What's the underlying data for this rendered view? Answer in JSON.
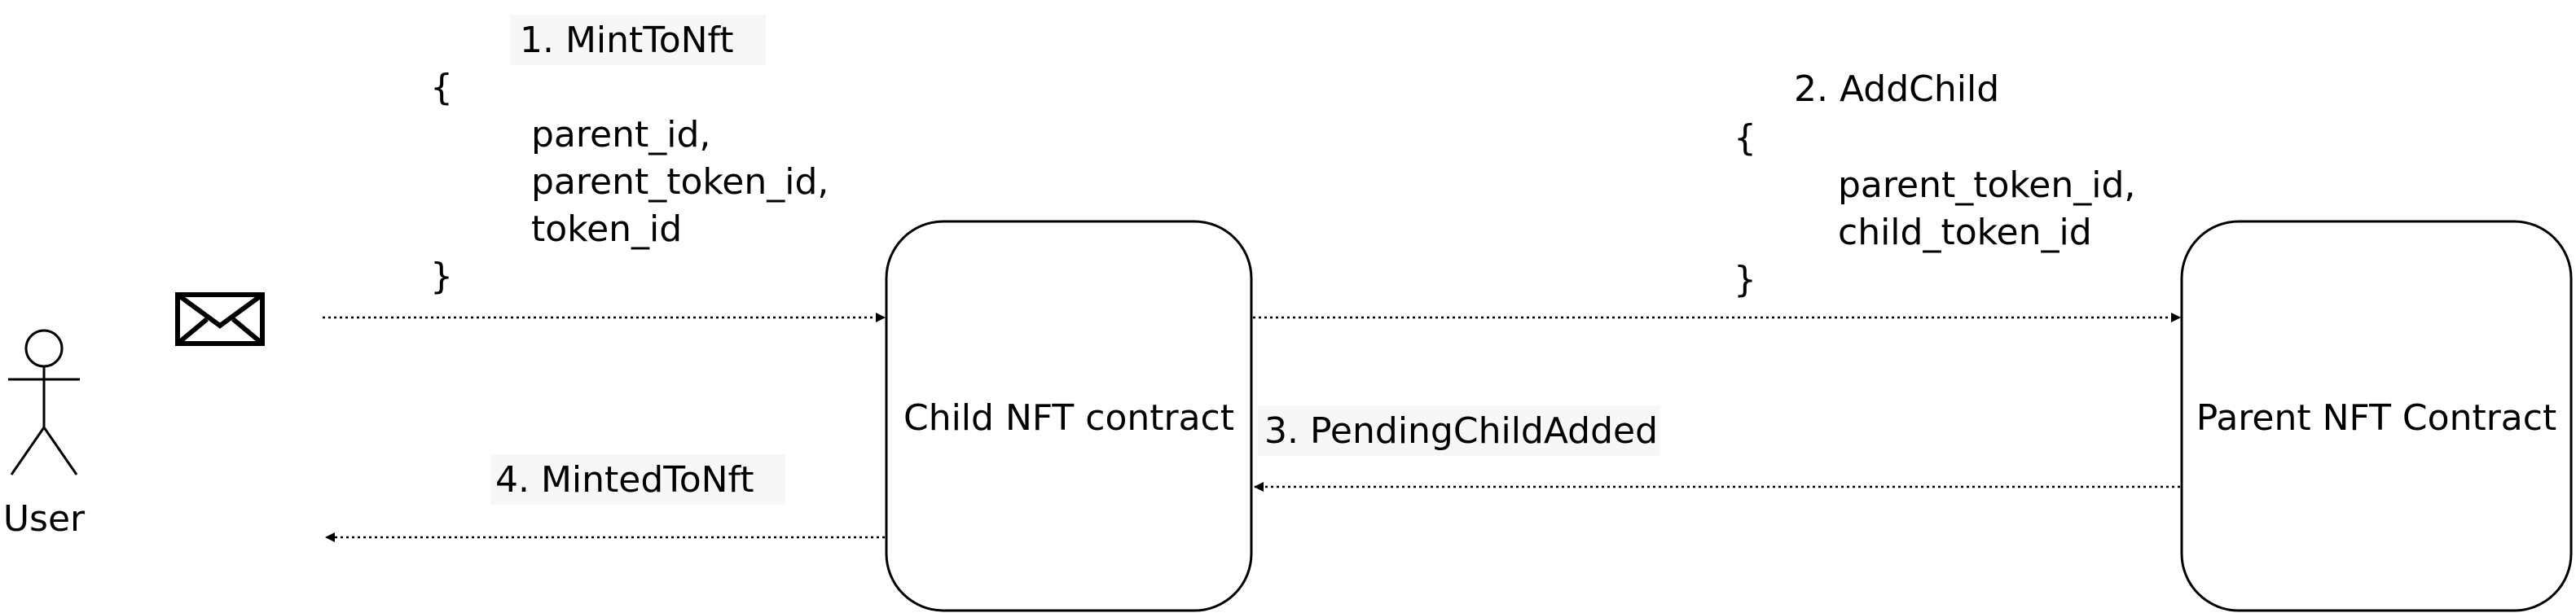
{
  "actor": {
    "label": "User"
  },
  "nodes": {
    "child_contract": "Child NFT contract",
    "parent_contract": "Parent NFT Contract"
  },
  "messages": [
    {
      "step": "1. MintToNft",
      "body": [
        "{",
        "parent_id,",
        "parent_token_id,",
        "token_id",
        "}"
      ]
    },
    {
      "step": "2. AddChild",
      "body": [
        "{",
        "parent_token_id,",
        "child_token_id",
        "}"
      ]
    },
    {
      "step": "3. PendingChildAdded",
      "body": []
    },
    {
      "step": "4. MintedToNft",
      "body": []
    }
  ],
  "icons": {
    "message": "envelope-icon"
  },
  "colors": {
    "stroke": "#000000",
    "background": "#ffffff",
    "label_bg": "#f7f7f7"
  }
}
